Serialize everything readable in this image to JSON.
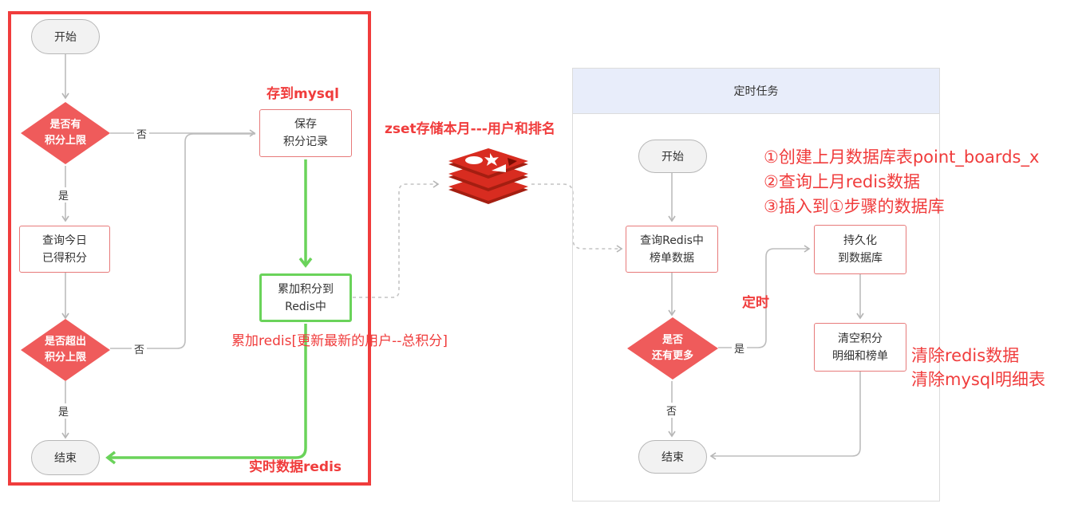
{
  "left": {
    "start": "开始",
    "decision1": [
      "是否有",
      "积分上限"
    ],
    "no1": "否",
    "yes1": "是",
    "query_today": [
      "查询今日",
      "已得积分"
    ],
    "decision2": [
      "是否超出",
      "积分上限"
    ],
    "no2": "否",
    "yes2": "是",
    "end": "结束",
    "save_record": [
      "保存",
      "积分记录"
    ],
    "accumulate": [
      "累加积分到",
      "Redis中"
    ]
  },
  "right": {
    "panel_title": "定时任务",
    "start": "开始",
    "query_redis": [
      "查询Redis中",
      "榜单数据"
    ],
    "decision": [
      "是否",
      "还有更多"
    ],
    "yes": "是",
    "no": "否",
    "persist": [
      "持久化",
      "到数据库"
    ],
    "clear": [
      "清空积分",
      "明细和榜单"
    ],
    "end": "结束"
  },
  "annotations": {
    "save_mysql": "存到mysql",
    "zset_note": "zset存储本月---用户和排名",
    "accumulate_note": "累加redis[更新最新的用户--总积分]",
    "realtime_note": "实时数据redis",
    "schedule_note": "定时",
    "steps": [
      "①创建上月数据库表point_boards_x",
      "②查询上月redis数据",
      "③插入到①步骤的数据库"
    ],
    "clear_notes": [
      "清除redis数据",
      "清除mysql明细表"
    ]
  },
  "colors": {
    "decision_fill": "#ef5b5b",
    "box_border": "#e77a7a",
    "green": "#6ad35a",
    "annotation": "#f03c3c",
    "frame": "#f03c3c",
    "panel_header": "#e8edfa",
    "connector": "#bdbdbd"
  },
  "icons": {
    "redis": "redis-logo-icon"
  }
}
